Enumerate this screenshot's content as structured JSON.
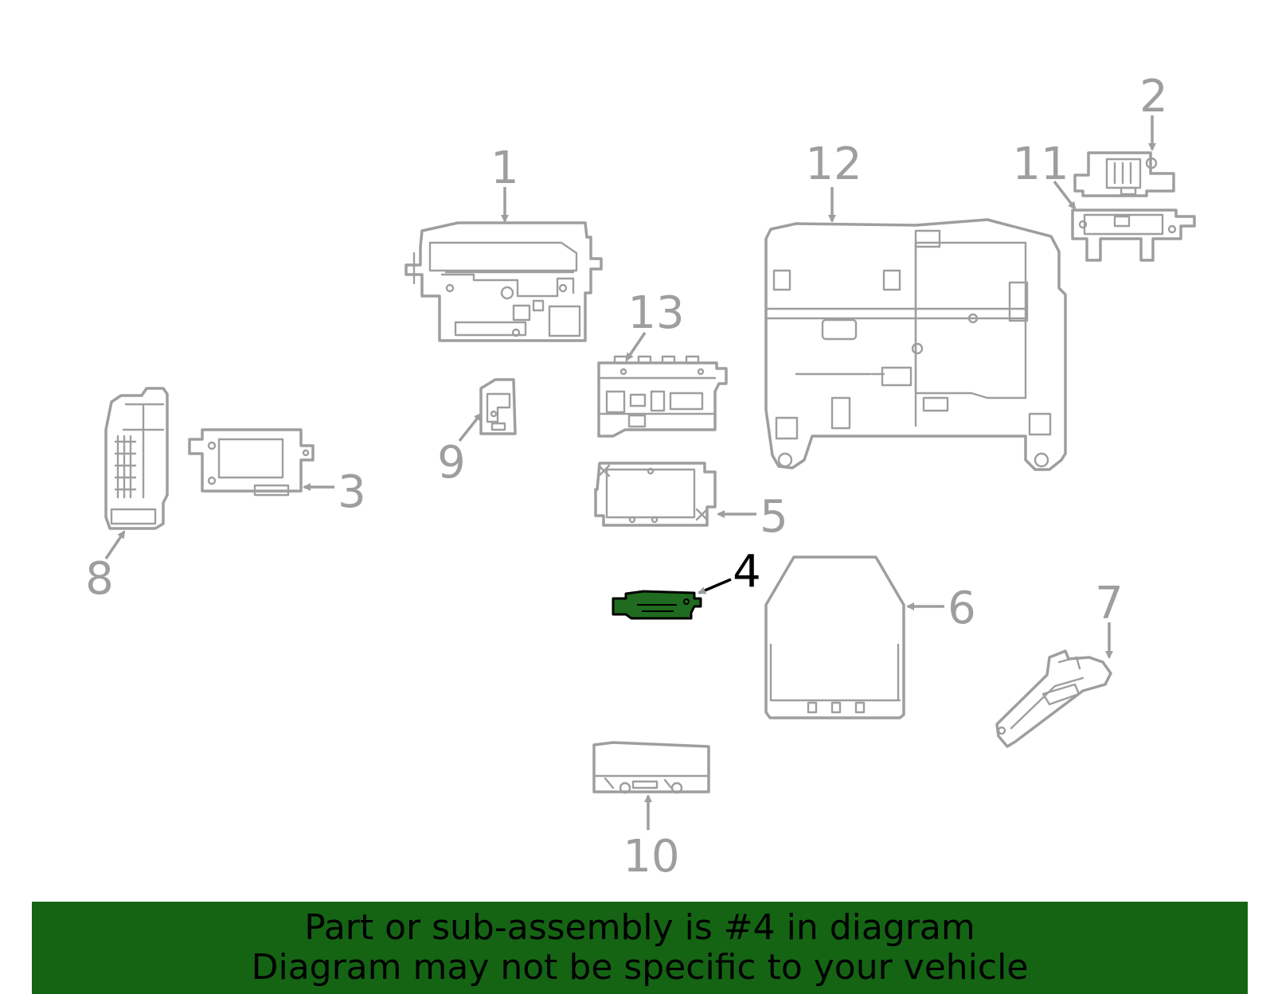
{
  "diagram": {
    "highlight_part": "4",
    "highlight_color": "#146414",
    "line_color": "#9e9e9e",
    "callouts": {
      "c1": "1",
      "c2": "2",
      "c3": "3",
      "c4": "4",
      "c5": "5",
      "c6": "6",
      "c7": "7",
      "c8": "8",
      "c9": "9",
      "c10": "10",
      "c11": "11",
      "c12": "12",
      "c13": "13"
    }
  },
  "banner": {
    "line1": "Part or sub-assembly is #4 in diagram",
    "line2": "Diagram may not be specific to your vehicle",
    "background": "#146414"
  }
}
